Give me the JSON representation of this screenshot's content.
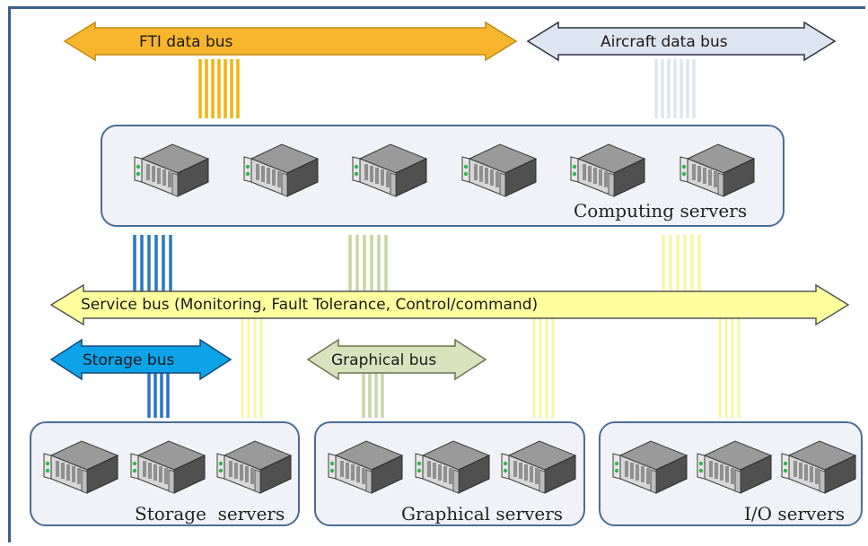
{
  "buses": {
    "fti": {
      "label": "FTI data bus",
      "color": "#f7b52e"
    },
    "aircraft": {
      "label": "Aircraft data bus",
      "color": "#dde5f0"
    },
    "service": {
      "label": "Service bus (Monitoring, Fault Tolerance, Control/command)",
      "color": "#ffff9e"
    },
    "storage": {
      "label": "Storage bus",
      "color": "#0da3e8"
    },
    "graphical": {
      "label": "Graphical bus",
      "color": "#d8e2bd"
    }
  },
  "clusters": {
    "computing": {
      "label": "Computing servers",
      "server_count": 6
    },
    "storage": {
      "label": "Storage  servers",
      "server_count": 3
    },
    "graphical": {
      "label": "Graphical servers",
      "server_count": 3
    },
    "io": {
      "label": "I/O servers",
      "server_count": 3
    }
  },
  "link_colors": {
    "fti": "#f2b410",
    "aircraft": "#dde5ee",
    "storage": "#2b77c2",
    "graphical": "#c7d6a4",
    "service": "#f6f7a2"
  }
}
